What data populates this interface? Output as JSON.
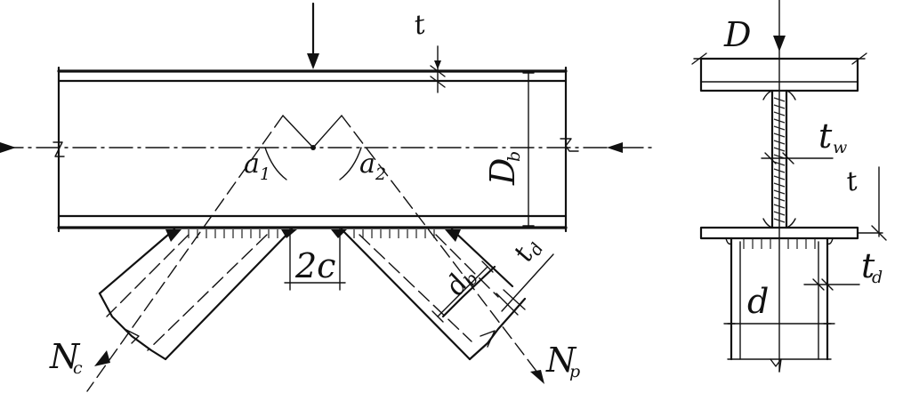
{
  "labels": {
    "t_top": "t",
    "D_flange": "D",
    "D_b": "D",
    "D_b_sub": "b",
    "alpha1": "a",
    "alpha1_sub": "1",
    "alpha2": "a",
    "alpha2_sub": "2",
    "two_c": "2c",
    "d_b": "d",
    "d_b_sub": "b",
    "t_d_left": "t",
    "t_d_left_sub": "d",
    "N_c": "N",
    "N_c_sub": "c",
    "N_p": "N",
    "N_p_sub": "p",
    "t_w": "t",
    "t_w_sub": "w",
    "t_right": "t",
    "t_d_right": "t",
    "t_d_right_sub": "d",
    "d_small": "d"
  }
}
